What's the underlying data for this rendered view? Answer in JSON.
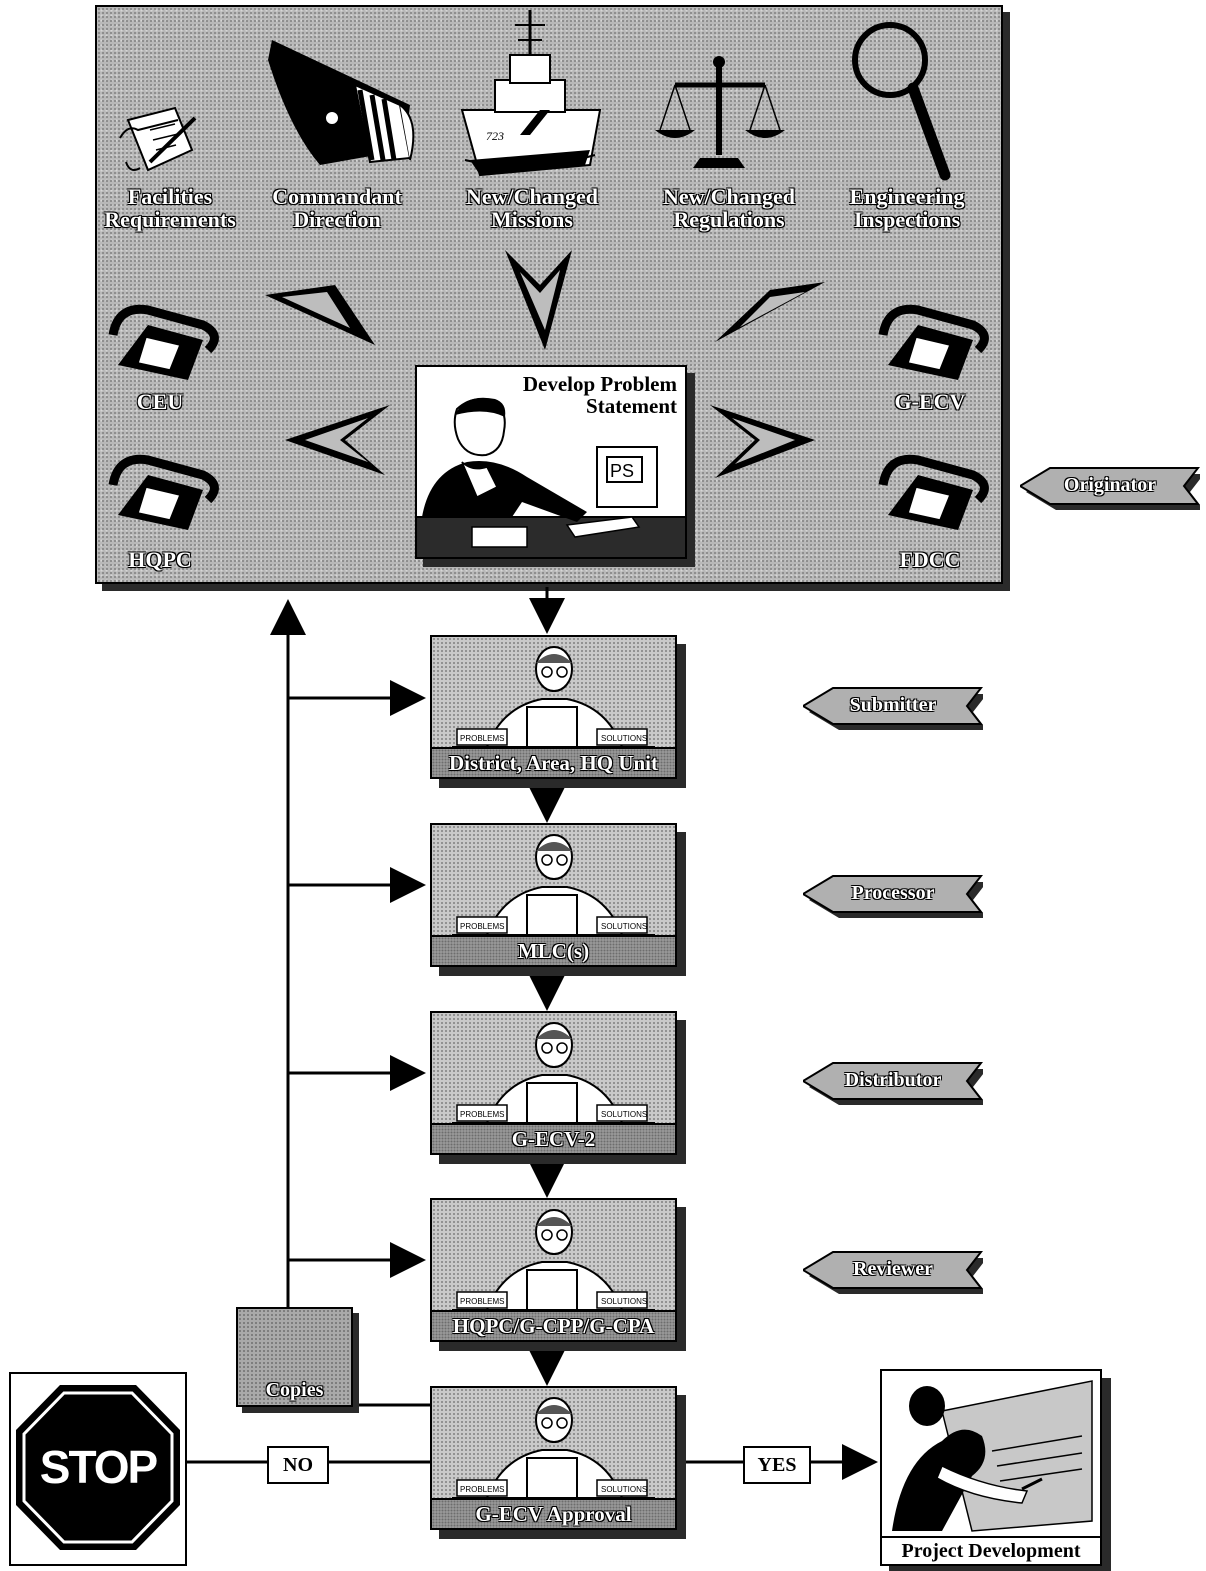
{
  "sources": {
    "facilities": "Facilities Requirements",
    "commandant": "Commandant Direction",
    "missions": "New/Changed Missions",
    "regulations": "New/Changed Regulations",
    "inspections": "Engineering Inspections"
  },
  "contacts": {
    "ceu": "CEU",
    "hqpc": "HQPC",
    "gecv": "G-ECV",
    "fdcc": "FDCC"
  },
  "center": {
    "title_line1": "Develop Problem",
    "title_line2": "Statement",
    "screen_text": "PS",
    "ship_number": "723"
  },
  "stages": [
    {
      "caption": "District, Area, HQ Unit"
    },
    {
      "caption": "MLC(s)"
    },
    {
      "caption": "G-ECV-2"
    },
    {
      "caption": "HQPC/G-CPP/G-CPA"
    },
    {
      "caption": "G-ECV Approval"
    }
  ],
  "bins": {
    "left": "PROBLEMS",
    "right": "SOLUTIONS"
  },
  "roles": {
    "originator": "Originator",
    "submitter": "Submitter",
    "processor": "Processor",
    "distributor": "Distributor",
    "reviewer": "Reviewer"
  },
  "copies": "Copies",
  "stop": "STOP",
  "no": "NO",
  "yes": "YES",
  "project": "Project Development"
}
